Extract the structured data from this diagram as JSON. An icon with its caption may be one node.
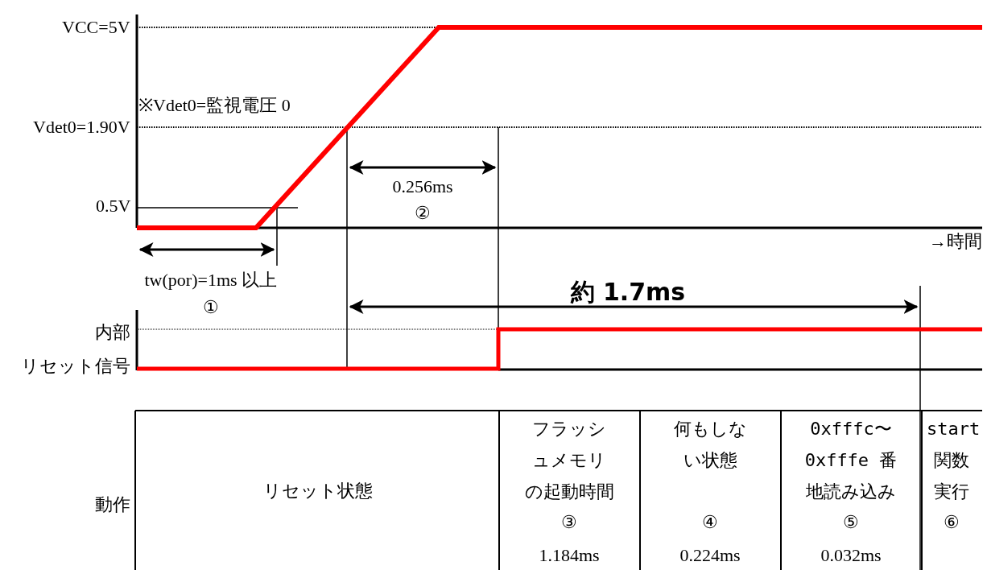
{
  "diagram": {
    "labels": [
      "VCC=5V",
      "※Vdet0=監視電圧 0",
      "Vdet0=1.90V",
      "0.256ms",
      "②",
      "0.5V",
      "→時間",
      "tw(por)=1ms 以上",
      "①",
      "約 1.7ms",
      "内部",
      "リセット信号",
      "動作",
      "リセット状態",
      "フラッシュメモリの起動時間",
      "何もしない状態",
      "0xfffc〜0xfffe 番地読み込み",
      "start関数実行",
      "③",
      "④",
      "⑤",
      "⑥",
      "1.184ms",
      "0.224ms",
      "0.032ms"
    ]
  }
}
